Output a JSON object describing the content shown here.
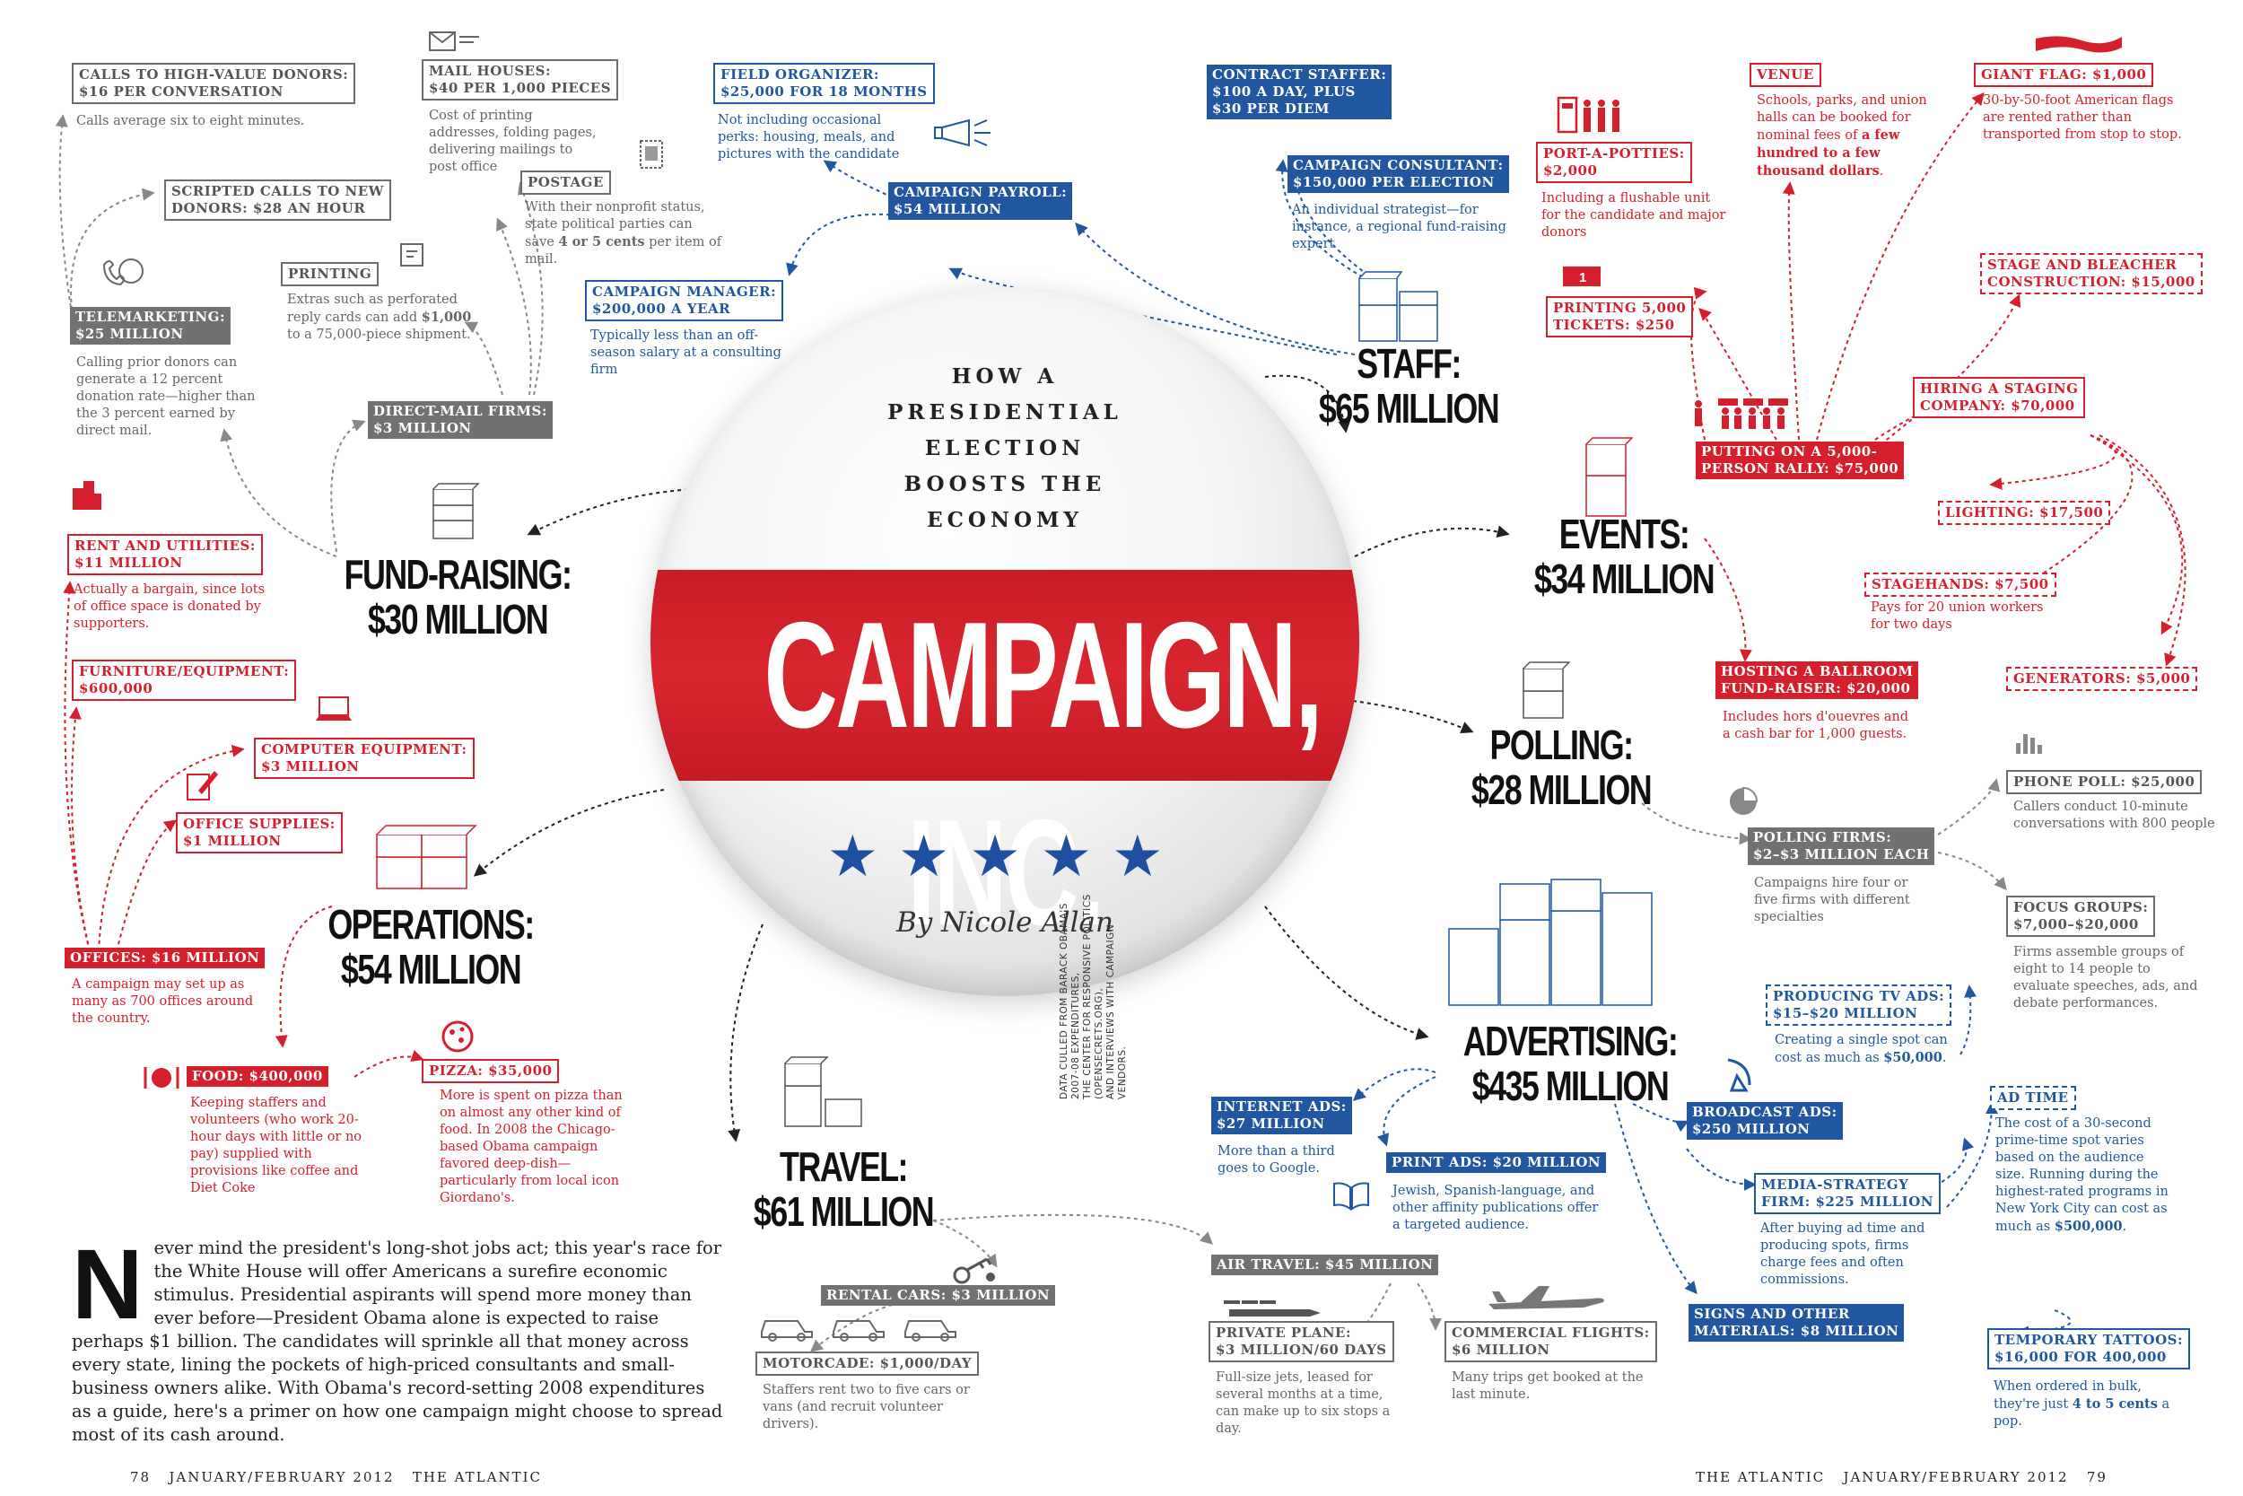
{
  "button": {
    "kicker": "HOW A\nPRESIDENTIAL\nELECTION\nBOOSTS THE\nECONOMY",
    "title": "CAMPAIGN, INC.",
    "stars": "★★★★★",
    "byline": "By Nicole Allan"
  },
  "hubs": {
    "fundraising": "FUND-RAISING:\n$30 MILLION",
    "operations": "OPERATIONS:\n$54 MILLION",
    "travel": "TRAVEL:\n$61 MILLION",
    "staff": "STAFF:\n$65 MILLION",
    "events": "EVENTS:\n$34 MILLION",
    "polling": "POLLING:\n$28 MILLION",
    "advertising": "ADVERTISING:\n$435 MILLION"
  },
  "items": {
    "calls_donors": {
      "label": "CALLS TO HIGH-VALUE DONORS:\n$16 PER CONVERSATION",
      "desc": "Calls average six to eight minutes."
    },
    "mail_houses": {
      "label": "MAIL HOUSES:\n$40 PER 1,000 PIECES",
      "desc": "Cost of printing addresses, folding pages, delivering mailings to post office"
    },
    "scripted_calls": {
      "label": "SCRIPTED CALLS TO NEW\nDONORS: $28 AN HOUR"
    },
    "postage": {
      "label": "POSTAGE",
      "desc_a": "With their nonprofit status, state political parties can save ",
      "desc_b": "4 or 5 cents",
      "desc_c": " per item of mail."
    },
    "printing": {
      "label": "PRINTING",
      "desc_a": "Extras such as perforated reply cards can add ",
      "desc_b": "$1,000",
      "desc_c": " to a 75,000-piece shipment."
    },
    "telemarketing": {
      "label": "TELEMARKETING:\n$25 MILLION",
      "desc": "Calling prior donors can generate a 12 percent donation rate—higher than the 3 percent earned by direct mail."
    },
    "direct_mail": {
      "label": "DIRECT-MAIL FIRMS:\n$3 MILLION"
    },
    "rent": {
      "label": "RENT AND UTILITIES:\n$11 MILLION",
      "desc": "Actually a bargain, since lots of office space is donated by supporters."
    },
    "furniture": {
      "label": "FURNITURE/EQUIPMENT:\n$600,000"
    },
    "computer": {
      "label": "COMPUTER EQUIPMENT:\n$3 MILLION"
    },
    "office_supplies": {
      "label": "OFFICE SUPPLIES:\n$1 MILLION"
    },
    "offices": {
      "label": "OFFICES: $16 MILLION",
      "desc": "A campaign may set up as many as 700 offices around the country."
    },
    "food": {
      "label": "FOOD: $400,000",
      "desc": "Keeping staffers and volunteers (who work 20-hour days with little or no pay) supplied with provisions like coffee and Diet Coke"
    },
    "pizza": {
      "label": "PIZZA: $35,000",
      "desc": "More is spent on pizza than on almost any other kind of food. In 2008 the Chicago-based Obama campaign favored deep-dish—particularly from local icon Giordano's."
    },
    "field_organizer": {
      "label": "FIELD ORGANIZER:\n$25,000 FOR 18 MONTHS",
      "desc": "Not including occasional perks: housing, meals, and pictures with the candidate"
    },
    "campaign_payroll": {
      "label": "CAMPAIGN PAYROLL:\n$54 MILLION"
    },
    "campaign_manager": {
      "label": "CAMPAIGN MANAGER:\n$200,000 A YEAR",
      "desc": "Typically less than an off-season salary at a consulting firm"
    },
    "contract_staffer": {
      "label": "CONTRACT STAFFER:\n$100 A DAY, PLUS\n$30 PER DIEM"
    },
    "campaign_consultant": {
      "label": "CAMPAIGN CONSULTANT:\n$150,000 PER ELECTION",
      "desc": "An individual strategist—for instance, a regional fund-raising expert"
    },
    "port_a_potties": {
      "label": "PORT-A-POTTIES:\n$2,000",
      "desc": "Including a flushable unit for the candidate and major donors"
    },
    "printing_tickets": {
      "label": "PRINTING 5,000\nTICKETS: $250"
    },
    "venue": {
      "label": "VENUE",
      "desc_a": "Schools, parks, and union halls can be booked for nominal fees of ",
      "desc_b": "a few hundred to a few thousand dollars",
      "desc_c": "."
    },
    "giant_flag": {
      "label": "GIANT FLAG: $1,000",
      "desc": "30-by-50-foot American flags are rented rather than transported from stop to stop."
    },
    "stage": {
      "label": "STAGE AND BLEACHER\nCONSTRUCTION: $15,000"
    },
    "staging_company": {
      "label": "HIRING A STAGING\nCOMPANY: $70,000"
    },
    "rally": {
      "label": "PUTTING ON A 5,000-\nPERSON RALLY: $75,000"
    },
    "lighting": {
      "label": "LIGHTING: $17,500"
    },
    "stagehands": {
      "label": "STAGEHANDS: $7,500",
      "desc": "Pays for 20 union workers for two days"
    },
    "generators": {
      "label": "GENERATORS: $5,000"
    },
    "ballroom": {
      "label": "HOSTING A BALLROOM\nFUND-RAISER: $20,000",
      "desc": "Includes hors d'ouevres and a cash bar for 1,000 guests."
    },
    "phone_poll": {
      "label": "PHONE POLL: $25,000",
      "desc": "Callers conduct 10-minute conversations with 800 people"
    },
    "polling_firms": {
      "label": "POLLING FIRMS:\n$2–$3 MILLION EACH",
      "desc": "Campaigns hire four or five firms with different specialties"
    },
    "focus_groups": {
      "label": "FOCUS GROUPS:\n$7,000–$20,000",
      "desc": "Firms assemble groups of eight to 14 people to evaluate speeches, ads, and debate performances."
    },
    "producing_tv": {
      "label": "PRODUCING TV ADS:\n$15–$20 MILLION",
      "desc_a": "Creating a single spot can cost as much as ",
      "desc_b": "$50,000",
      "desc_c": "."
    },
    "ad_time": {
      "label": "AD TIME",
      "desc_a": "The cost of a 30-second prime-time spot varies based on the audience size. Running during the highest-rated programs in New York City can cost as much as ",
      "desc_b": "$500,000",
      "desc_c": "."
    },
    "internet_ads": {
      "label": "INTERNET ADS:\n$27 MILLION",
      "desc": "More than a third goes to Google."
    },
    "print_ads": {
      "label": "PRINT ADS: $20 MILLION",
      "desc": "Jewish, Spanish-language, and other affinity publications offer a targeted audience."
    },
    "broadcast_ads": {
      "label": "BROADCAST ADS:\n$250 MILLION"
    },
    "media_strategy": {
      "label": "MEDIA-STRATEGY\nFIRM: $225 MILLION",
      "desc": "After buying ad time and producing spots, firms charge fees and often commissions."
    },
    "signs": {
      "label": "SIGNS AND OTHER\nMATERIALS: $8 MILLION"
    },
    "tattoos": {
      "label": "TEMPORARY TATTOOS:\n$16,000 FOR 400,000",
      "desc_a": "When ordered in bulk, they're just ",
      "desc_b": "4 to 5 cents",
      "desc_c": " a pop."
    },
    "rental_cars": {
      "label": "RENTAL CARS: $3 MILLION"
    },
    "motorcade": {
      "label": "MOTORCADE: $1,000/DAY",
      "desc": "Staffers rent two to five cars or vans (and recruit volunteer drivers)."
    },
    "air_travel": {
      "label": "AIR TRAVEL: $45 MILLION"
    },
    "private_plane": {
      "label": "PRIVATE PLANE:\n$3 MILLION/60 DAYS",
      "desc": "Full-size jets, leased for several months at a time, can make up to six stops a day."
    },
    "commercial_flights": {
      "label": "COMMERCIAL FLIGHTS:\n$6 MILLION",
      "desc": "Many trips get booked at the last minute."
    }
  },
  "intro": {
    "dropcap": "N",
    "text": "ever mind the president's long-shot jobs act; this year's race for the White House will offer Americans a surefire economic stimulus. Presidential aspirants will spend more money than ever before—President Obama alone is expected to raise perhaps $1 billion. The candidates will sprinkle all that money across every state, lining the pockets of high-priced consultants and small-business owners alike. With Obama's record-setting 2008 expenditures as a guide, here's a primer on how one campaign might choose to spread most of its cash around."
  },
  "source": "DATA CULLED FROM BARACK OBAMA'S 2007-08 EXPENDITURES,\nTHE CENTER FOR RESPONSIVE POLITICS (OPENSECRETS.ORG),\nAND INTERVIEWS WITH CAMPAIGN VENDORS.",
  "folio": {
    "left": "78   JANUARY/FEBRUARY 2012   THE ATLANTIC",
    "right": "THE ATLANTIC   JANUARY/FEBRUARY 2012   79"
  },
  "colors": {
    "red": "#d61f2c",
    "blue": "#2057a0",
    "gray": "#717171",
    "star_blue": "#1f4fa0"
  },
  "icons": [
    "envelope-icon",
    "stamp-icon",
    "phone-icon",
    "printer-icon",
    "building-icon",
    "computer-icon",
    "pencil-paper-icon",
    "food-icon",
    "pizza-icon",
    "megaphone-icon",
    "port-a-potty-icon",
    "ticket-icon",
    "flag-icon",
    "crowd-icon",
    "bar-chart-icon",
    "pie-chart-icon",
    "satellite-icon",
    "book-icon",
    "keys-icon",
    "car-icon",
    "jet-icon",
    "plane-icon",
    "money-stack-icon"
  ]
}
